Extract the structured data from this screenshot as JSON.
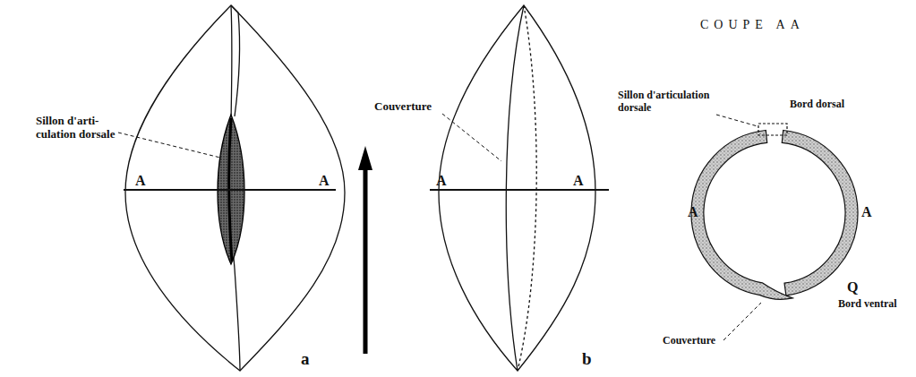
{
  "diagram": {
    "labels": [
      "Sillon d'arti- culation dorsale",
      "A",
      "A",
      "a",
      "Couverture",
      "A",
      "A",
      "b",
      "COUPE AA",
      "Sillon d'articulation dorsale",
      "Bord dorsal",
      "A",
      "A",
      "Q",
      "Bord ventral",
      "Couverture"
    ]
  }
}
